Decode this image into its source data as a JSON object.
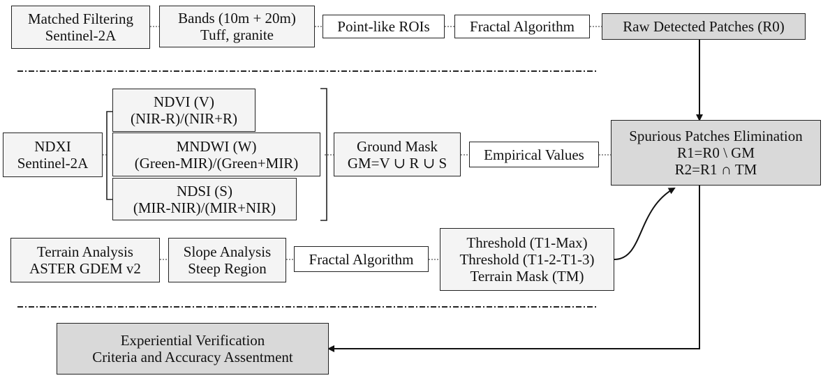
{
  "nodes": {
    "matched_filtering": [
      "Matched Filtering",
      "Sentinel-2A"
    ],
    "bands": [
      "Bands (10m + 20m)",
      "Tuff, granite"
    ],
    "point_rois": [
      "Point-like ROIs"
    ],
    "fractal_top": [
      "Fractal Algorithm"
    ],
    "raw_patches": [
      "Raw Detected Patches (R0)"
    ],
    "ndxi": [
      "NDXI",
      "Sentinel-2A"
    ],
    "ndvi": [
      "NDVI (V)",
      "(NIR-R)/(NIR+R)"
    ],
    "mndwi": [
      "MNDWI (W)",
      "(Green-MIR)/(Green+MIR)"
    ],
    "ndsi": [
      "NDSI (S)",
      "(MIR-NIR)/(MIR+NIR)"
    ],
    "ground_mask": [
      "Ground Mask",
      "GM=V ∪ R ∪ S"
    ],
    "empirical": [
      "Empirical Values"
    ],
    "spurious": [
      "Spurious Patches Elimination",
      "R1=R0 \\ GM",
      "R2=R1 ∩ TM"
    ],
    "terrain": [
      "Terrain Analysis",
      "ASTER GDEM v2"
    ],
    "slope": [
      "Slope Analysis",
      "Steep Region"
    ],
    "fractal_bottom": [
      "Fractal Algorithm"
    ],
    "threshold": [
      "Threshold (T1-Max)",
      "Threshold (T1-2-T1-3)",
      "Terrain Mask (TM)"
    ],
    "verification": [
      "Experiential Verification",
      "Criteria and Accuracy Assentment"
    ]
  }
}
